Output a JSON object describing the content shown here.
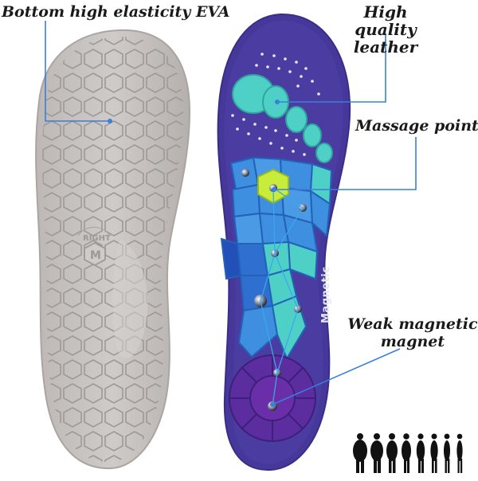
{
  "labels": {
    "bottom_eva": "Bottom high elasticity EVA",
    "leather_line1": "High quality",
    "leather_line2": "leather",
    "massage_point": "Massage point",
    "magnet_line1": "Weak magnetic",
    "magnet_line2": "magnet"
  },
  "insole_text": {
    "magnetic": "Magnetic",
    "right": "RIGHT",
    "size_mark": "M"
  },
  "colors": {
    "insole_top": "#4a3a9e",
    "insole_bottom": "#c9c5c2",
    "accent_teal": "#4fd0c6",
    "accent_blue": "#3e8fe0",
    "accent_purple": "#6a2fa8",
    "accent_lime": "#c8ec3a",
    "callout_line": "#3a7fd8"
  },
  "icons": [
    "body-weight-silhouettes-icon"
  ]
}
